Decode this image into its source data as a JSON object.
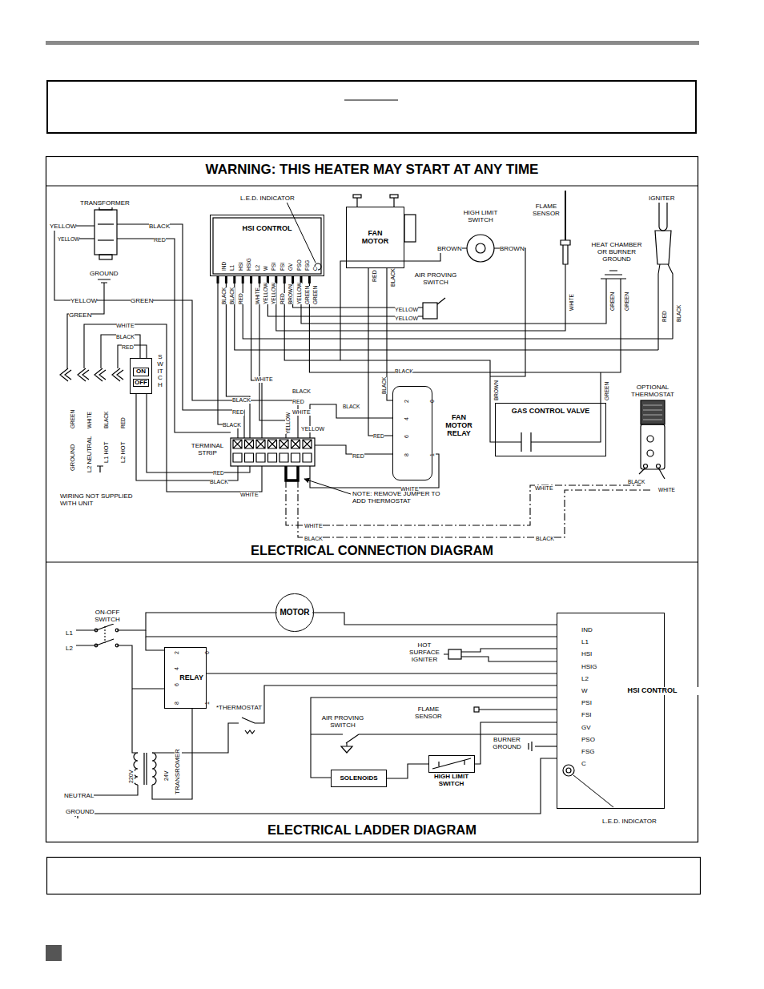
{
  "diagram": {
    "title": "WARNING: THIS HEATER MAY START AT ANY TIME",
    "nodes": [
      {
        "text": [
          "HSI CONTROL"
        ]
      },
      {
        "text": [
          "FAN MOTOR"
        ]
      },
      {
        "text": [
          "ON",
          "OFF"
        ]
      },
      {
        "text": [
          "FAN MOTOR RELAY"
        ]
      },
      {
        "text": [
          "GAS CONTROL VALVE"
        ]
      },
      {
        "text": [
          "MOTOR"
        ]
      },
      {
        "text": [
          "RELAY"
        ]
      },
      {
        "text": [
          "HSI CONTROL"
        ]
      },
      {
        "text": [
          "SOLENOIDS"
        ]
      },
      {
        "text": [
          "HIGH LIMIT SWITCH"
        ]
      }
    ],
    "edges": [
      {
        "from": 1,
        "to": 3,
        "arrow": "none"
      },
      {
        "from": 8,
        "to": 9,
        "arrow": "none"
      }
    ],
    "labels": [
      "L.E.D. INDICATOR",
      "TRANSFORMER",
      "YELLOW",
      "YELLOW",
      "BLACK",
      "RED",
      "GROUND",
      "YELLOW",
      "GREEN",
      "GREEN",
      "WHITE",
      "BLACK",
      "RED",
      "SWITCH",
      "IND",
      "L1",
      "HSI",
      "HSIG",
      "L2",
      "W",
      "PSI",
      "FSI",
      "GV",
      "PSO",
      "FSG",
      "C",
      "BLACK",
      "BLACK",
      "RED",
      "WHITE",
      "YELLOW",
      "YELLOW",
      "RED",
      "BROWN",
      "YELLOW",
      "GREEN",
      "GREEN",
      "RED",
      "BLACK",
      "HIGH LIMIT SWITCH",
      "BROWN",
      "BROWN",
      "FLAME SENSOR",
      "IGNITER",
      "HEAT CHAMBER OR BURNER GROUND",
      "AIR PROVING SWITCH",
      "YELLOW",
      "YELLOW",
      "WHITE",
      "GREEN",
      "GREEN",
      "RED",
      "BLACK",
      "WHITE",
      "BLACK",
      "BLACK",
      "BLACK",
      "RED",
      "RED",
      "WHITE",
      "2",
      "4",
      "6",
      "8",
      "0",
      "1",
      "BLACK",
      "RED",
      "WHITE",
      "BLACK",
      "RED",
      "BLACK",
      "YELLOW",
      "YELLOW",
      "TERMINAL STRIP",
      "BLACK",
      "RED",
      "WHITE",
      "NOTE: REMOVE JUMPER TO ADD THERMOSTAT",
      "WHITE",
      "BLACK",
      "WHITE",
      "BLACK",
      "OPTIONAL THERMOSTAT",
      "BLACK",
      "WHITE",
      "BROWN",
      "GREEN",
      "GREEN",
      "GROUND",
      "WHITE",
      "L2 NEUTRAL",
      "BLACK",
      "L1 HOT",
      "RED",
      "L2 HOT",
      "WIRING NOT SUPPLIED WITH UNIT",
      "ELECTRICAL CONNECTION DIAGRAM",
      "ON-OFF SWITCH",
      "L1",
      "L2",
      "2",
      "4",
      "6",
      "8",
      "0",
      "1",
      "HOT SURFACE IGNITER",
      "*THERMOSTAT",
      "220V",
      "24V",
      "TRANSROMER",
      "FLAME SENSOR",
      "AIR PROVING SWITCH",
      "BURNER GROUND",
      "NEUTRAL",
      "GROUND",
      "L.E.D. INDICATOR",
      "IND",
      "L1",
      "HSI",
      "HSIG",
      "L2",
      "W",
      "PSI",
      "FSI",
      "GV",
      "PSO",
      "FSG",
      "C",
      "ELECTRICAL LADDER DIAGRAM"
    ]
  }
}
